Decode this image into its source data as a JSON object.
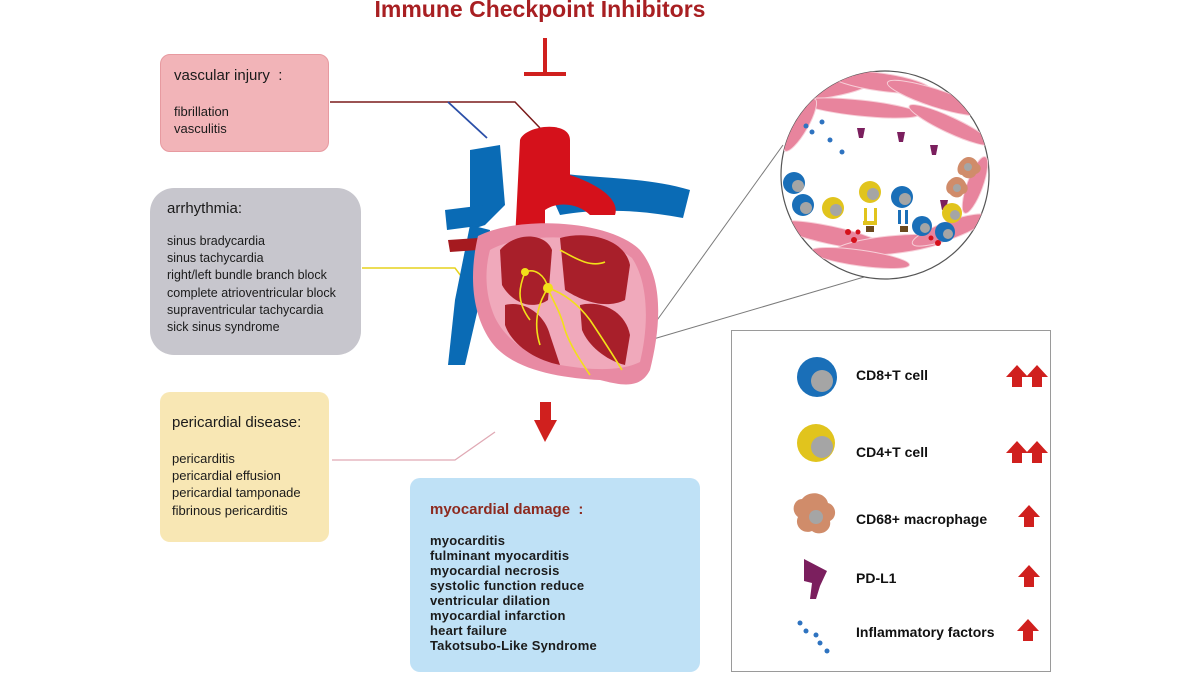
{
  "title": "Immune Checkpoint Inhibitors",
  "vascular": {
    "heading": "vascular injury  :",
    "items": [
      "fibrillation",
      "vasculitis"
    ]
  },
  "arrhythmia": {
    "heading": "arrhythmia:",
    "items": [
      "sinus bradycardia",
      "sinus tachycardia",
      "right/left bundle branch block",
      "complete atrioventricular block",
      "supraventricular tachycardia",
      "sick sinus syndrome"
    ]
  },
  "pericardial": {
    "heading": "pericardial disease:",
    "items": [
      "pericarditis",
      "pericardial effusion",
      "pericardial tamponade",
      "fibrinous pericarditis"
    ]
  },
  "myocardial": {
    "heading": "myocardial damage  :",
    "items": [
      "myocarditis",
      "fulminant myocarditis",
      "myocardial necrosis",
      "systolic function reduce",
      "ventricular dilation",
      "myocardial infarction",
      "heart failure",
      "Takotsubo-Like Syndrome"
    ]
  },
  "legend": {
    "items": [
      {
        "label": "CD8+T cell",
        "icon": "cd8-t-cell-icon",
        "arrows": 2
      },
      {
        "label": "CD4+T cell",
        "icon": "cd4-t-cell-icon",
        "arrows": 2
      },
      {
        "label": "CD68+  macrophage",
        "icon": "macrophage-icon",
        "arrows": 1
      },
      {
        "label": "PD-L1",
        "icon": "pd-l1-icon",
        "arrows": 1
      },
      {
        "label": "Inflammatory factors",
        "icon": "inflammatory-factors-icon",
        "arrows": 1
      }
    ]
  },
  "colors": {
    "title": "#a81f22",
    "arrow_red": "#d0201e",
    "vessel_blue": "#0a6bb5",
    "aorta_red": "#d5111b",
    "myocardium_pink": "#e88aa3",
    "cd8_blue": "#1a6fb8",
    "cd4_yellow": "#e1c41d",
    "macrophage": "#d08c6a",
    "pdl1_purple": "#7b1f5e"
  }
}
